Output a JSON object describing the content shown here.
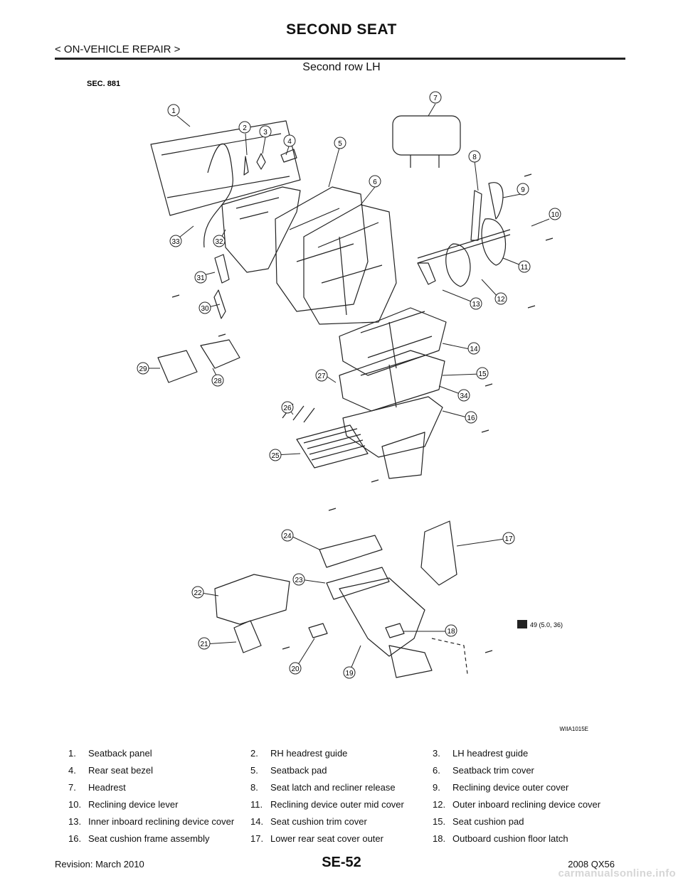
{
  "header": {
    "title": "SECOND SEAT",
    "breadcrumb": "< ON-VEHICLE REPAIR >",
    "subtitle": "Second row LH"
  },
  "diagram": {
    "section_label": "SEC. 881",
    "figure_code": "WIIA1015E",
    "torque_spec": "49 (5.0, 36)",
    "callouts": [
      "1",
      "2",
      "3",
      "4",
      "5",
      "6",
      "7",
      "8",
      "9",
      "10",
      "11",
      "12",
      "13",
      "14",
      "15",
      "16",
      "17",
      "18",
      "19",
      "20",
      "21",
      "22",
      "23",
      "24",
      "25",
      "26",
      "27",
      "28",
      "29",
      "30",
      "31",
      "32",
      "33",
      "34"
    ]
  },
  "parts_list": [
    [
      "1.",
      "Seatback panel",
      "2.",
      "RH headrest guide",
      "3.",
      "LH headrest guide"
    ],
    [
      "4.",
      "Rear seat bezel",
      "5.",
      "Seatback pad",
      "6.",
      "Seatback trim cover"
    ],
    [
      "7.",
      "Headrest",
      "8.",
      "Seat latch and recliner release",
      "9.",
      "Reclining device outer cover"
    ],
    [
      "10.",
      "Reclining device lever",
      "11.",
      "Reclining device outer mid cover",
      "12.",
      "Outer inboard reclining device cover"
    ],
    [
      "13.",
      "Inner inboard reclining device cover",
      "14.",
      "Seat cushion trim cover",
      "15.",
      "Seat cushion pad"
    ],
    [
      "16.",
      "Seat cushion frame assembly",
      "17.",
      "Lower rear seat cover outer",
      "18.",
      "Outboard cushion floor latch"
    ]
  ],
  "footer": {
    "revision": "Revision: March 2010",
    "page_code": "SE-52",
    "model": "2008 QX56",
    "watermark": "carmanualsonline.info"
  }
}
